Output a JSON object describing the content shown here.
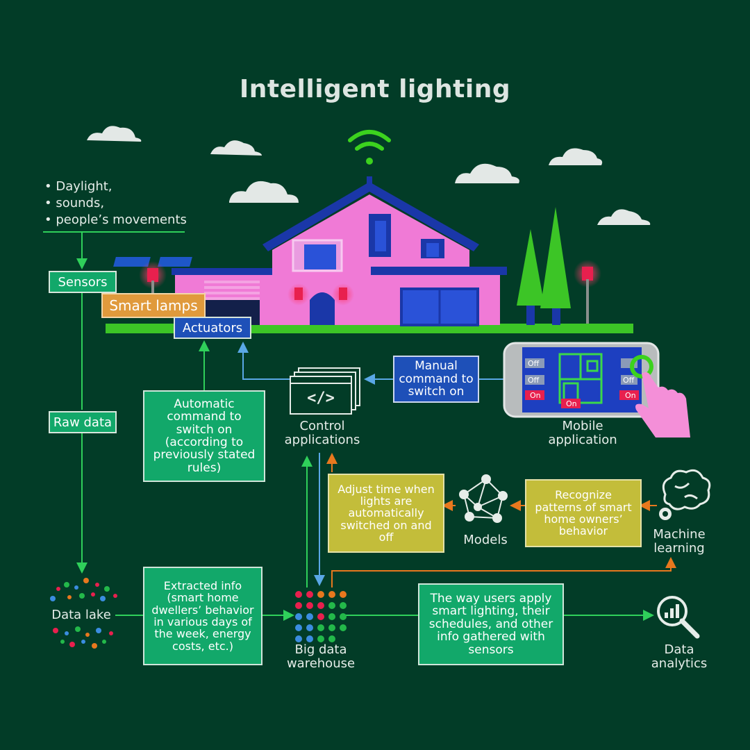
{
  "title": "Intelligent lighting",
  "inputs": [
    "Daylight,",
    "sounds,",
    "people’s movements"
  ],
  "tags": {
    "sensors": "Sensors",
    "smart_lamps": "Smart lamps",
    "actuators": "Actuators",
    "raw_data": "Raw data"
  },
  "boxes": {
    "automatic_command": "Automatic command to switch on (according to previously stated rules)",
    "manual_command": "Manual command to switch on",
    "adjust_time": "Adjust time when lights are automatically switched on and off",
    "recognize_patterns": "Recognize patterns of smart home owners’ behavior",
    "extracted_info": "Extracted info (smart home dwellers’ behavior in various days of the week, energy costs, etc.)",
    "users_apply": "The way users apply smart lighting, their schedules, and other info gathered with sensors"
  },
  "nodes": {
    "control_applications": "Control applications",
    "mobile_application": "Mobile application",
    "models": "Models",
    "machine_learning": "Machine learning",
    "data_lake": "Data lake",
    "big_data_warehouse": "Big data warehouse",
    "data_analytics": "Data analytics"
  },
  "phone_switches": {
    "off": "Off",
    "on": "On"
  },
  "code_glyph": "</>",
  "colors": {
    "background": "#023c27",
    "green_box": "#12a86a",
    "yellow_box": "#c3bd3a",
    "house_pink": "#f07ad6",
    "roof_blue": "#1a37a8",
    "arrow_green": "#2fd05a",
    "arrow_blue": "#5aa8e6",
    "arrow_orange": "#e8781e"
  }
}
